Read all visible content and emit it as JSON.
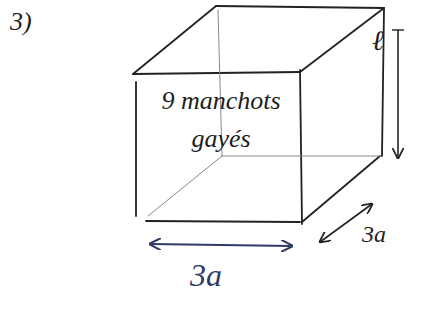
{
  "diagram": {
    "labels": [
      "3)",
      "9 manchots gayés",
      "ℓ",
      "3a",
      "3a"
    ]
  }
}
